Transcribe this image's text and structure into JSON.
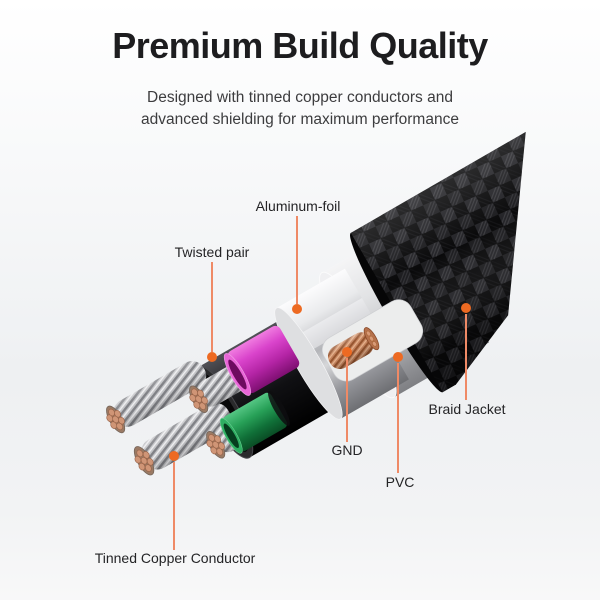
{
  "header": {
    "title": "Premium Build Quality",
    "subtitle_line1": "Designed with tinned copper conductors and",
    "subtitle_line2": "advanced shielding for maximum performance"
  },
  "callouts": {
    "aluminum_foil": {
      "label": "Aluminum-foil"
    },
    "twisted_pair": {
      "label": "Twisted pair"
    },
    "braid_jacket": {
      "label": "Braid Jacket"
    },
    "gnd": {
      "label": "GND"
    },
    "pvc": {
      "label": "PVC"
    },
    "tinned_copper": {
      "label": "Tinned Copper Conductor"
    }
  },
  "colors": {
    "accent_orange": "#ed6a22",
    "callout_line": "#ef8a66",
    "title_text": "#1d1d1f",
    "subtitle_text": "#3c3c3e",
    "label_text": "#242426",
    "magenta_insulation": "#cf3ec4",
    "green_insulation": "#219a52",
    "copper_strand": "#c98a6a",
    "braid_black": "#0d0d0f",
    "pvc_white": "#e2e3e5"
  }
}
